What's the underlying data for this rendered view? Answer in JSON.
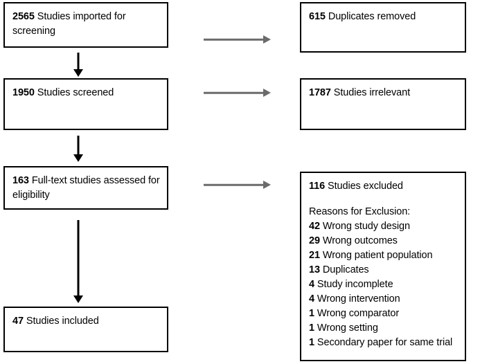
{
  "diagram": {
    "type": "prisma-flow-diagram",
    "title": "",
    "flow_boxes": [
      {
        "id": "imported",
        "count": "2565",
        "label": "Studies imported for screening"
      },
      {
        "id": "screened",
        "count": "1950",
        "label": "Studies screened"
      },
      {
        "id": "fulltext",
        "count": "163",
        "label": "Full-text studies assessed for eligibility"
      },
      {
        "id": "included",
        "count": "47",
        "label": "Studies included"
      }
    ],
    "excluded_boxes": [
      {
        "id": "duplicates",
        "count": "615",
        "label": "Duplicates removed"
      },
      {
        "id": "irrelevant",
        "count": "1787",
        "label": "Studies irrelevant"
      }
    ],
    "exclusion_box": {
      "count": "116",
      "label": "Studies excluded",
      "reasons_heading": "Reasons for Exclusion:",
      "reasons": [
        {
          "count": "42",
          "label": "Wrong study design"
        },
        {
          "count": "29",
          "label": "Wrong outcomes"
        },
        {
          "count": "21",
          "label": "Wrong patient population"
        },
        {
          "count": "13",
          "label": "Duplicates"
        },
        {
          "count": "4",
          "label": "Study incomplete"
        },
        {
          "count": "4",
          "label": "Wrong intervention"
        },
        {
          "count": "1",
          "label": "Wrong comparator"
        },
        {
          "count": "1",
          "label": "Wrong setting"
        },
        {
          "count": "1",
          "label": "Secondary paper for same trial"
        }
      ]
    },
    "colors": {
      "box_border": "#000000",
      "box_background": "#ffffff",
      "text": "#000000",
      "flow_arrow": "#000000",
      "exclusion_arrow": "#6b6b6b"
    }
  }
}
